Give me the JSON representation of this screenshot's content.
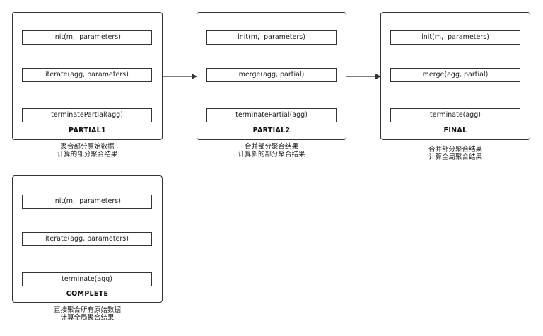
{
  "partial1": {
    "title": "PARTIAL1",
    "steps": [
      "init(m,  parameters)",
      "iterate(agg, parameters)",
      "terminatePartial(agg)"
    ],
    "caption": [
      "聚合部分原始数据",
      "计算的部分聚合结果"
    ]
  },
  "partial2": {
    "title": "PARTIAL2",
    "steps": [
      "init(m,  parameters)",
      "merge(agg, partial)",
      "terminatePartial(agg)"
    ],
    "caption": [
      "合并部分聚合结果",
      "计算新的部分聚合结果"
    ]
  },
  "final": {
    "title": "FINAL",
    "steps": [
      "init(m,  parameters)",
      "merge(agg, partial)",
      "terminate(agg)"
    ],
    "caption": [
      "合并部分聚合结果",
      "计算全局聚合结果"
    ]
  },
  "complete": {
    "title": "COMPLETE",
    "steps": [
      "init(m,  parameters)",
      "iterate(agg, parameters)",
      "terminate(agg)"
    ],
    "caption": [
      "直接聚合所有原始数据",
      "计算全局聚合结果"
    ]
  },
  "colors": {
    "stroke": "#333333",
    "text": "#222222",
    "background": "#ffffff"
  }
}
